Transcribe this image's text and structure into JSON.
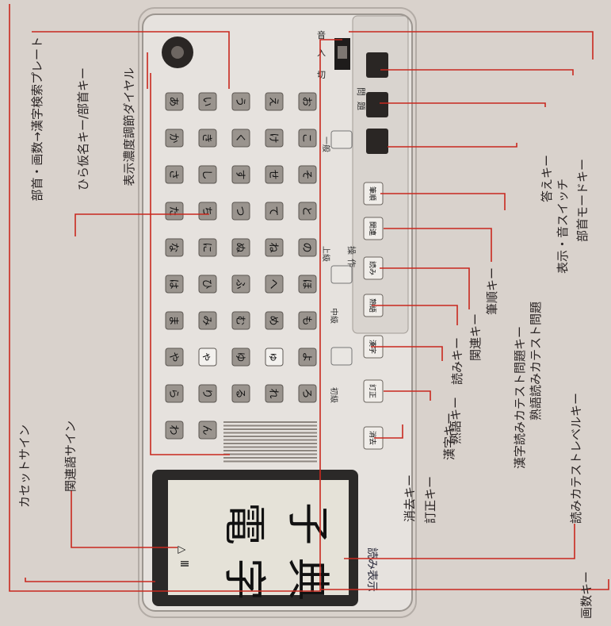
{
  "device": {
    "screen_chars": [
      "電",
      "子",
      "字",
      "典"
    ],
    "screen_marks": [
      "Ⅲ",
      "△"
    ],
    "right_panel_text": "読み表示",
    "switch_labels": [
      "入",
      "音",
      "切"
    ],
    "section_labels": [
      "操",
      "作",
      "問",
      "題"
    ],
    "level_labels": [
      "初級",
      "中級",
      "上級",
      "一般"
    ],
    "function_keys": [
      "消去",
      "訂正",
      "漢字",
      "熟語",
      "読み",
      "関連",
      "筆順"
    ]
  },
  "kana_rows": [
    [
      "あ",
      "い",
      "う",
      "え",
      "お"
    ],
    [
      "か",
      "き",
      "く",
      "け",
      "こ"
    ],
    [
      "さ",
      "し",
      "す",
      "せ",
      "そ"
    ],
    [
      "た",
      "ち",
      "つ",
      "て",
      "と"
    ],
    [
      "な",
      "に",
      "ぬ",
      "ね",
      "の"
    ],
    [
      "は",
      "ひ",
      "ふ",
      "へ",
      "ほ"
    ],
    [
      "ま",
      "み",
      "む",
      "め",
      "も"
    ],
    [
      "や",
      "ゃ",
      "ゆ",
      "ゅ",
      "よ"
    ],
    [
      "ら",
      "り",
      "る",
      "れ",
      "ろ"
    ],
    [
      "わ",
      "ん",
      "",
      "",
      ""
    ]
  ],
  "annotations": {
    "cassette_sign": "カセットサイン",
    "related_word_sign": "関連語サイン",
    "erase_key": "消去キー",
    "correct_key": "訂正キー",
    "kanji_key": "漢字キー",
    "jukugo_key": "熟語キー",
    "yomi_key": "読みキー",
    "related_key": "関連キー",
    "stroke_order_key": "筆順キー",
    "kanji_reading_test_key": "漢字読みカテスト問題キー",
    "jukugo_reading_test_key": "熟語読みカテスト問題",
    "answer_key": "答えキー",
    "display_sound_switch": "表示・音スイッチ",
    "radical_mode_key": "部首モードキー",
    "radical_plate": "部首・画数→漢字検索プレート",
    "kana_radical_key": "ひら仮名キー/部首キー",
    "contrast_dial": "表示濃度調節ダイヤル",
    "reading_level_key": "読みカテストレベルキー",
    "stroke_count_key": "画数キー"
  }
}
